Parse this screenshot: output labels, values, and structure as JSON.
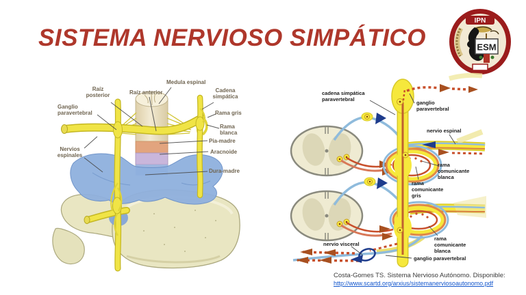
{
  "slide": {
    "title": "SISTEMA NERVIOSO SIMPÁTICO"
  },
  "logo": {
    "institution": "IPN",
    "school": "ESM"
  },
  "palette": {
    "title_red": "#AE372B",
    "left_label_brown": "#6F6450",
    "right_label_black": "#1A1A1A",
    "nerve_yellow": "#F0E446",
    "dura_blue": "#8FB0DE",
    "pia_pink": "#E2A47E",
    "aracnoide_purple": "#C9B6DB",
    "bone_cream": "#E9E6C2",
    "fiber_blue": "#8FBBDC",
    "fiber_red": "#C8502C",
    "arrow_brown": "#A85020",
    "arrow_navy": "#1E3C8C",
    "url_blue": "#1155CC",
    "logo_red": "#9B1C1C"
  },
  "left_diagram": {
    "labels": {
      "raiz_posterior": "Raíz\nposterior",
      "raiz_anterior": "Raíz anterior",
      "medula_espinal": "Medula espinal",
      "cadena_simpatica": "Cadena\nsimpática",
      "ganglio_paravertebral": "Ganglio\nparavertebral",
      "rama_gris": "Rama gris",
      "rama_blanca": "Rama\nblanca",
      "pia_madre": "Pia-madre",
      "aracnoide": "Aracnoide",
      "nervios_espinales": "Nervios\nespinales",
      "dura_madre": "Dura-madre"
    }
  },
  "right_diagram": {
    "labels": {
      "cadena_simpatica_paravertebral": "cadena simpática\nparavertebral",
      "ganglio_paravertebral_top": "ganglio\nparavertebral",
      "nervio_espinal": "nervio espinal",
      "rama_comunicante_blanca_top": "rama\ncomunicante\nblanca",
      "rama_comunicante_gris": "rama\ncomunicante\ngris",
      "nervio_visceral": "nervio visceral",
      "rama_comunicante_blanca_bottom": "rama\ncomunicante\nblanca",
      "ganglio_paravertebral_bottom": "ganglio paravertebral"
    }
  },
  "citation": {
    "text": "Costa-Gomes TS. Sistema Nervioso Autónomo. Disponible:",
    "url": "http://www.scartd.org/arxius/sistemanerviosoautonomo.pdf"
  }
}
